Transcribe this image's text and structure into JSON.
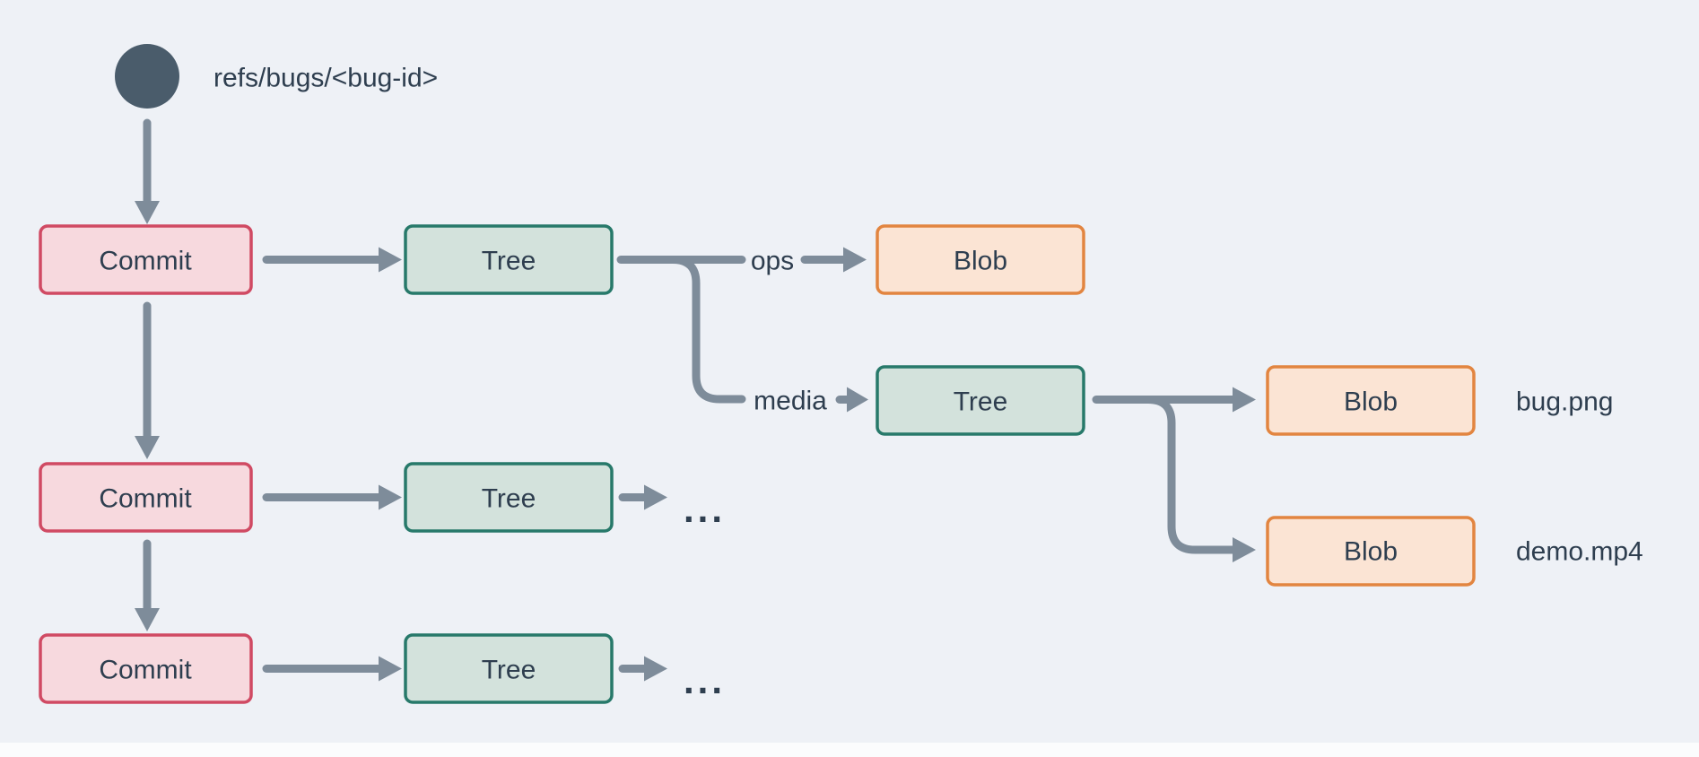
{
  "colors": {
    "background": "#eef1f6",
    "edge": "#7e8c9a",
    "ref_dot": "#4a5c6b",
    "text": "#2e3e4f",
    "commit_fill": "#f7d9de",
    "commit_border": "#d04a63",
    "tree_fill": "#d3e2dc",
    "tree_border": "#27796a",
    "blob_fill": "#fbe4d4",
    "blob_border": "#e28540"
  },
  "ref": {
    "label": "refs/bugs/<bug-id>"
  },
  "nodes": {
    "commit1": {
      "label": "Commit"
    },
    "commit2": {
      "label": "Commit"
    },
    "commit3": {
      "label": "Commit"
    },
    "tree1": {
      "label": "Tree"
    },
    "tree2": {
      "label": "Tree"
    },
    "tree3": {
      "label": "Tree"
    },
    "tree_media": {
      "label": "Tree"
    },
    "blob_ops": {
      "label": "Blob"
    },
    "blob_bug": {
      "label": "Blob"
    },
    "blob_demo": {
      "label": "Blob"
    }
  },
  "edge_labels": {
    "ops": "ops",
    "media": "media"
  },
  "file_labels": {
    "bug": "bug.png",
    "demo": "demo.mp4"
  },
  "ellipsis": {
    "row2": "...",
    "row3": "..."
  }
}
